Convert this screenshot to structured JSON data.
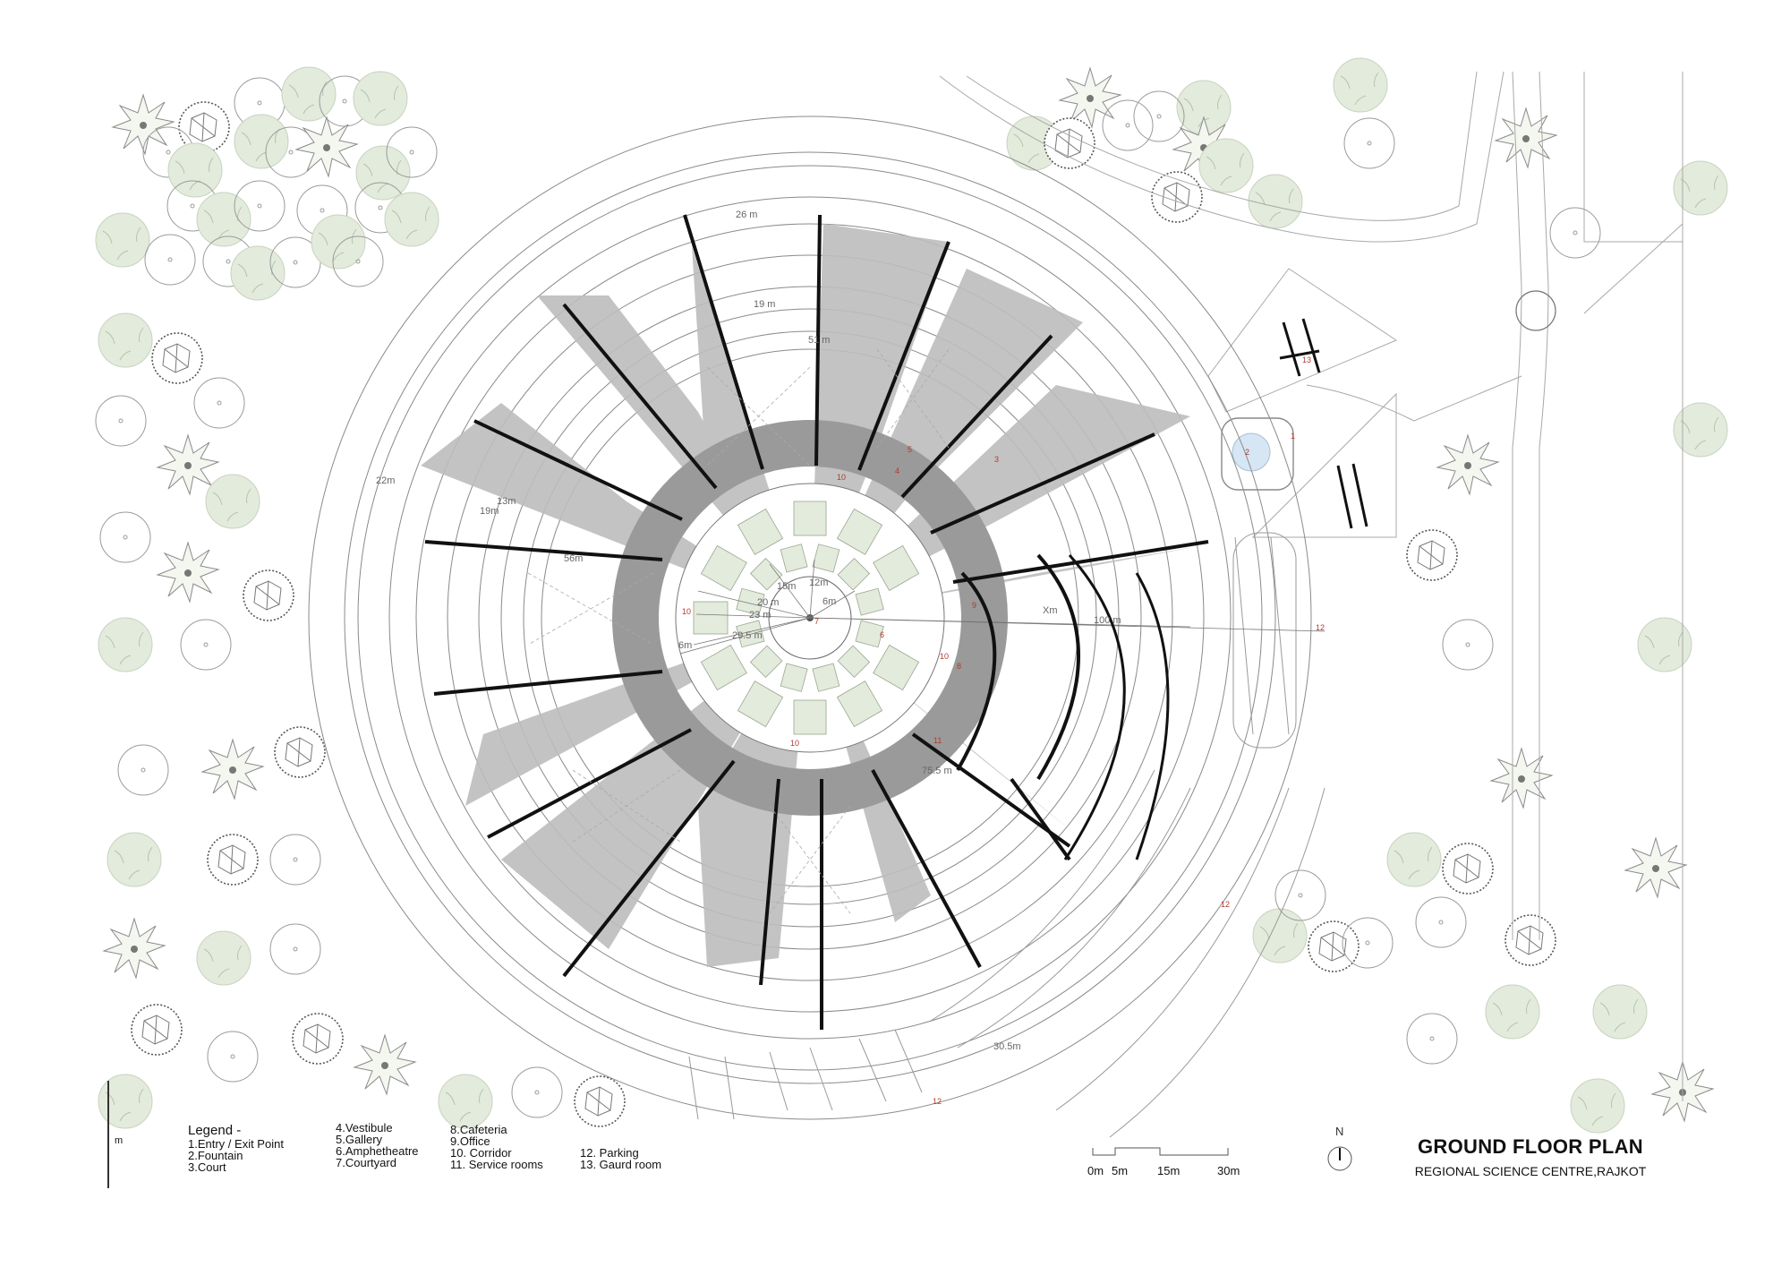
{
  "drawing": {
    "title": "GROUND FLOOR PLAN",
    "subtitle": "REGIONAL SCIENCE CENTRE,RAJKOT",
    "north_label": "N",
    "side_marker": "m"
  },
  "legend": {
    "heading": "Legend -",
    "columns": [
      [
        "1.Entry / Exit Point",
        "2.Fountain",
        "3.Court"
      ],
      [
        "4.Vestibule",
        "5.Gallery",
        "6.Amphetheatre",
        "7.Courtyard"
      ],
      [
        "8.Cafeteria",
        "9.Office",
        "10. Corridor",
        "11. Service rooms"
      ],
      [
        "12. Parking",
        "13. Gaurd room"
      ]
    ]
  },
  "scale_bar": {
    "labels": [
      "0m",
      "5m",
      "15m",
      "30m"
    ]
  },
  "dimensions": {
    "d_26m": "26 m",
    "d_19m_top": "19 m",
    "d_51m": "51 m",
    "d_22m": "22m",
    "d_13m": "13m",
    "d_19m_left": "19m",
    "d_56m": "56m",
    "d_15m": "15m",
    "d_12m": "12m",
    "d_6m_inner": "6m",
    "d_20m": "20 m",
    "d_23m": "23 m",
    "d_29_5m": "29.5 m",
    "d_6m_outer": "6m",
    "d_100m": "100 m",
    "d_75_5m": "75.5 m",
    "d_30_5m": "30.5m",
    "d_xm": "Xm"
  },
  "room_tags": {
    "entry": "1",
    "fountain": "2",
    "court": "3",
    "vestibule": "4",
    "gallery": "5",
    "amphitheatre": "6",
    "courtyard": "7",
    "cafeteria": "8",
    "office": "9",
    "corridor_top": "10",
    "corridor_left": "10",
    "corridor_bottom": "10",
    "corridor_right": "10",
    "service": "11",
    "parking_east": "12",
    "parking_se": "12",
    "parking_south": "12",
    "guard": "13"
  },
  "colors": {
    "tag_red": "#b03a2e",
    "tree_green": "#e3ebdc",
    "shadow_gray": "#b8b8b8",
    "corridor_gray": "#9a9a9a",
    "line_gray": "#8a8a8a",
    "wall_black": "#111111",
    "fountain_blue": "#d6e6f4"
  }
}
